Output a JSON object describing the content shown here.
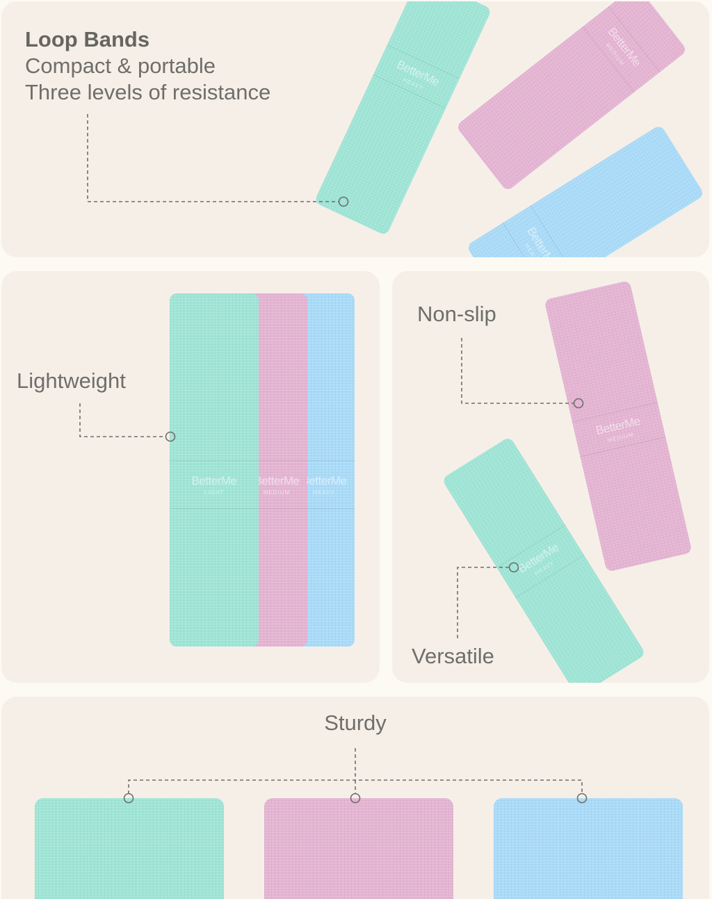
{
  "top": {
    "title": "Loop Bands",
    "line1": "Compact & portable",
    "line2": "Three levels of resistance"
  },
  "left": {
    "label": "Lightweight"
  },
  "right": {
    "label_top": "Non-slip",
    "label_bottom": "Versatile"
  },
  "bottom": {
    "label": "Sturdy"
  },
  "bands": {
    "brand": "BetterMe",
    "light": "LIGHT",
    "medium": "MEDIUM",
    "heavy": "HEAVY"
  },
  "colors": {
    "mint": "#9fe5d6",
    "pink": "#e4b4d2",
    "blue": "#a9dbf8",
    "panel": "#f6efe8",
    "background": "#fdf9f3",
    "text": "#6e6e6a"
  }
}
